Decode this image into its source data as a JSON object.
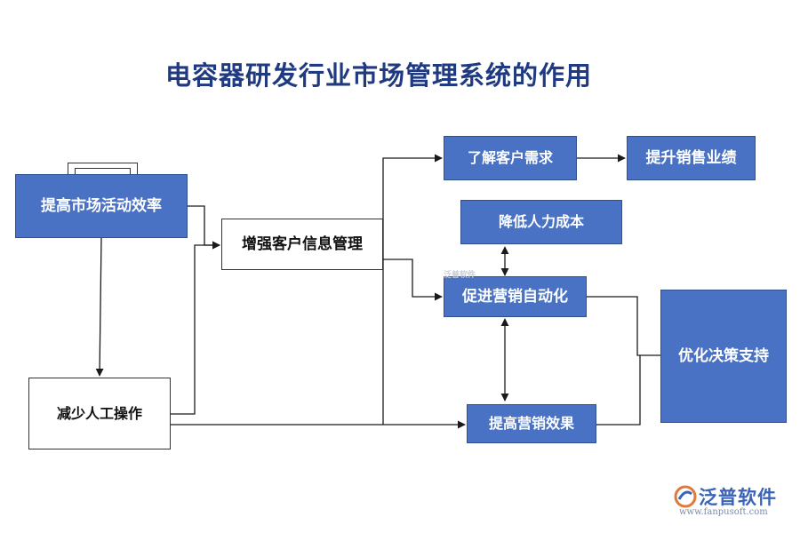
{
  "title": "电容器研发行业市场管理系统的作用",
  "nodes": {
    "improve_efficiency": "提高市场活动效率",
    "reduce_manual": "减少人工操作",
    "enhance_info": "增强客户信息管理",
    "understand_needs": "了解客户需求",
    "boost_sales": "提升销售业绩",
    "reduce_labor": "降低人力成本",
    "automation": "促进营销自动化",
    "improve_marketing": "提高营销效果",
    "optimize_decision": "优化决策支持"
  },
  "watermark": "泛普软件",
  "logo": {
    "name": "泛普软件",
    "url": "www.fanpusoft.com"
  },
  "colors": {
    "title": "#1f3a80",
    "node_blue": "#4a72c4",
    "node_border": "#2e4f92",
    "line": "#1a1a1a"
  }
}
